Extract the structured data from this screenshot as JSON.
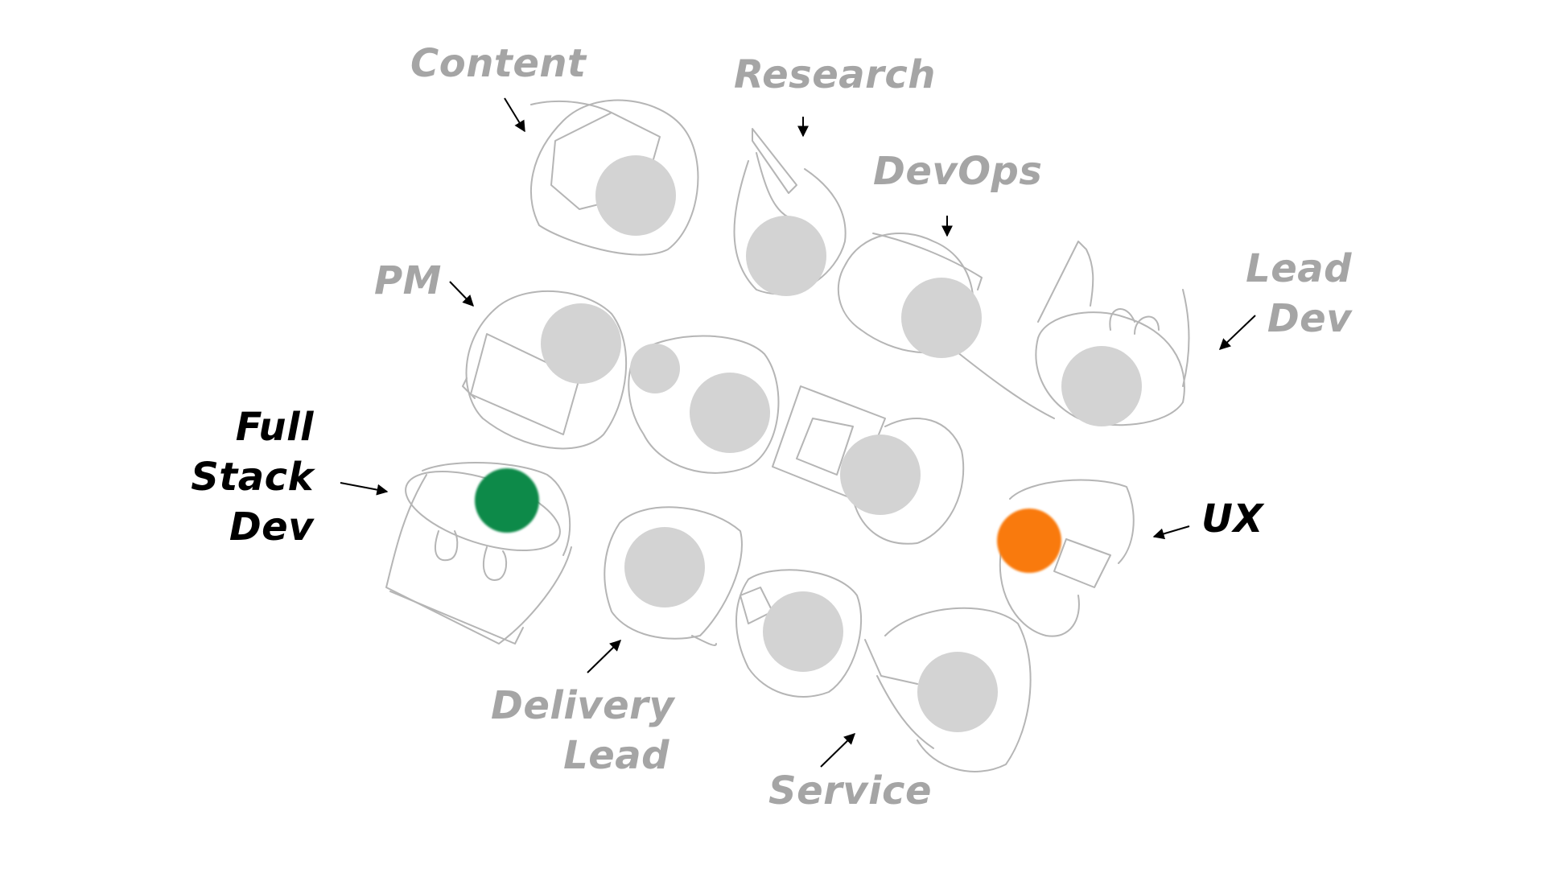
{
  "title": "Team roles seating diagram",
  "colors": {
    "muted_label": "#a5a5a5",
    "active_label": "#000000",
    "placeholder_head": "#d3d3d3",
    "full_stack_dev": "#0f8a4a",
    "ux": "#f97a10",
    "sketch_line": "#b5b5b5"
  },
  "roles": [
    {
      "id": "content",
      "lines": [
        "Content"
      ],
      "state": "muted"
    },
    {
      "id": "research",
      "lines": [
        "Research"
      ],
      "state": "muted"
    },
    {
      "id": "devops",
      "lines": [
        "DevOps"
      ],
      "state": "muted"
    },
    {
      "id": "lead-dev",
      "lines": [
        "Lead",
        "Dev"
      ],
      "state": "muted"
    },
    {
      "id": "pm",
      "lines": [
        "PM"
      ],
      "state": "muted"
    },
    {
      "id": "full-stack-dev",
      "lines": [
        "Full",
        "Stack",
        "Dev"
      ],
      "state": "highlighted",
      "color": "green"
    },
    {
      "id": "ux",
      "lines": [
        "UX"
      ],
      "state": "highlighted",
      "color": "orange"
    },
    {
      "id": "delivery-lead",
      "lines": [
        "Delivery",
        "Lead"
      ],
      "state": "muted"
    },
    {
      "id": "service",
      "lines": [
        "Service"
      ],
      "state": "muted"
    }
  ]
}
